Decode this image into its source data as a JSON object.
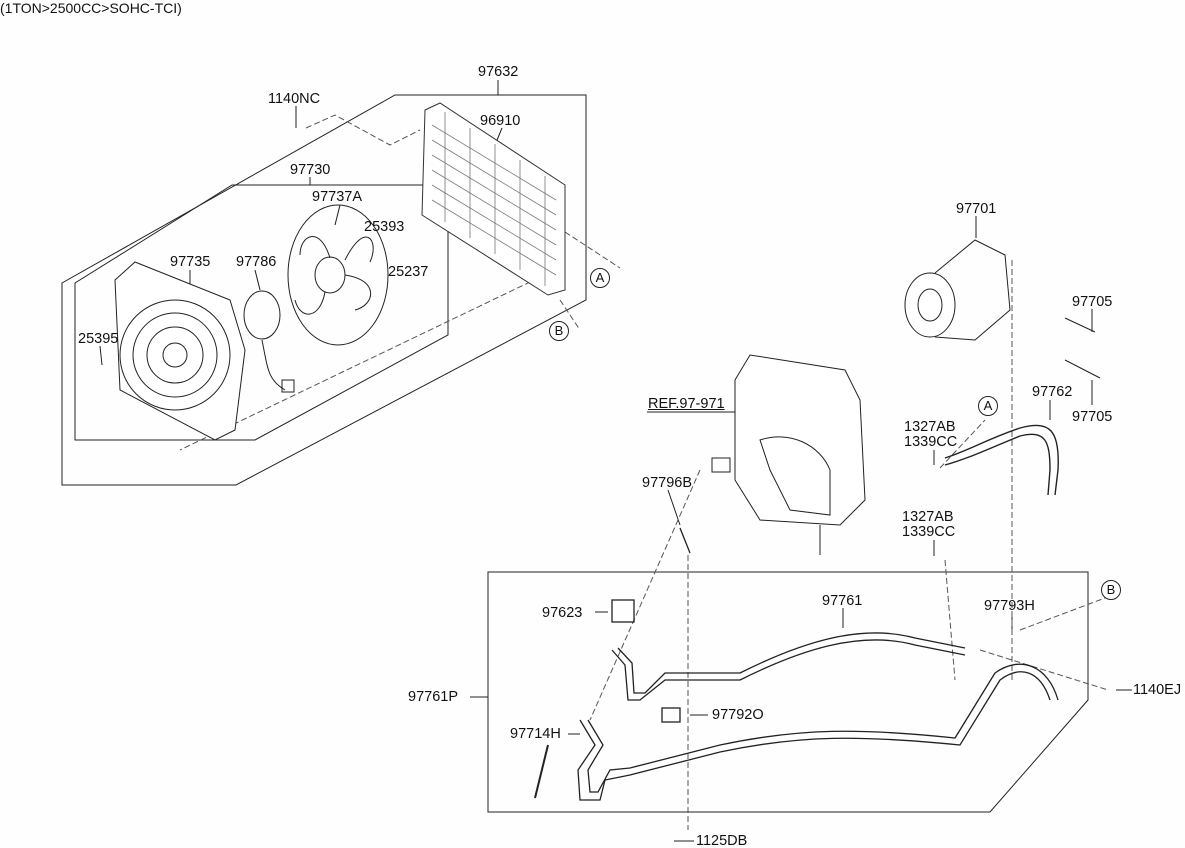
{
  "title": "(1TON>2500CC>SOHC-TCI)",
  "labels": {
    "p97632": "97632",
    "p1140NC": "1140NC",
    "p96910": "96910",
    "p97730": "97730",
    "p97737A": "97737A",
    "p25393": "25393",
    "p97735": "97735",
    "p97786": "97786",
    "p25237": "25237",
    "p25395": "25395",
    "p97701": "97701",
    "p97705a": "97705",
    "p97705b": "97705",
    "p97762": "97762",
    "ref": "REF.97-971",
    "p1327ABa": "1327AB",
    "p1339CCa": "1339CC",
    "p97796B": "97796B",
    "p1327ABb": "1327AB",
    "p1339CCb": "1339CC",
    "p97623": "97623",
    "p97761": "97761",
    "p97793H": "97793H",
    "p97761P": "97761P",
    "p1140EJ": "1140EJ",
    "p97792O": "97792O",
    "p97714H": "97714H",
    "p1125DB": "1125DB"
  },
  "markers": {
    "a": "A",
    "b": "B"
  }
}
